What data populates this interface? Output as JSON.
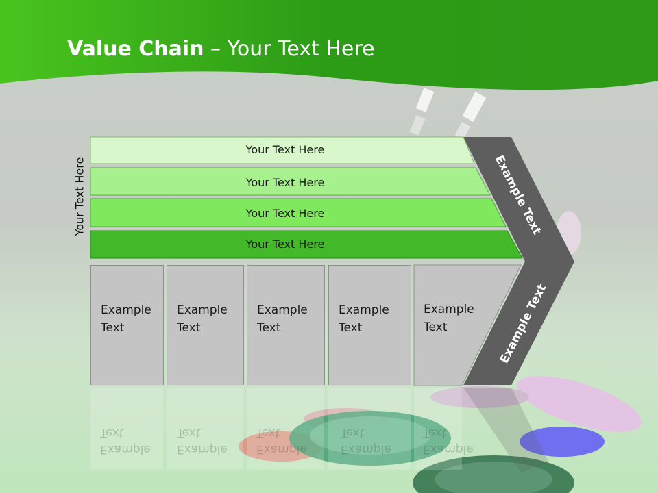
{
  "title": {
    "bold": "Value Chain",
    "rest": " – Your Text Here"
  },
  "side_label": "Your Text Here",
  "bars": [
    {
      "label": "Your Text Here",
      "color": "#d8f8cc"
    },
    {
      "label": "Your Text Here",
      "color": "#a6f08e"
    },
    {
      "label": "Your Text Here",
      "color": "#7fe85c"
    },
    {
      "label": "Your Text Here",
      "color": "#43b92a"
    }
  ],
  "boxes": [
    {
      "line1": "Example",
      "line2": "Text"
    },
    {
      "line1": "Example",
      "line2": "Text"
    },
    {
      "line1": "Example",
      "line2": "Text"
    },
    {
      "line1": "Example",
      "line2": "Text"
    },
    {
      "line1": "Example",
      "line2": "Text"
    }
  ],
  "arrow": {
    "upper_label": "Example Text",
    "lower_label": "Example Text",
    "color": "#5e5e5e"
  },
  "colors": {
    "header_green": "#3fb81e",
    "background": "#c9cfc9"
  }
}
